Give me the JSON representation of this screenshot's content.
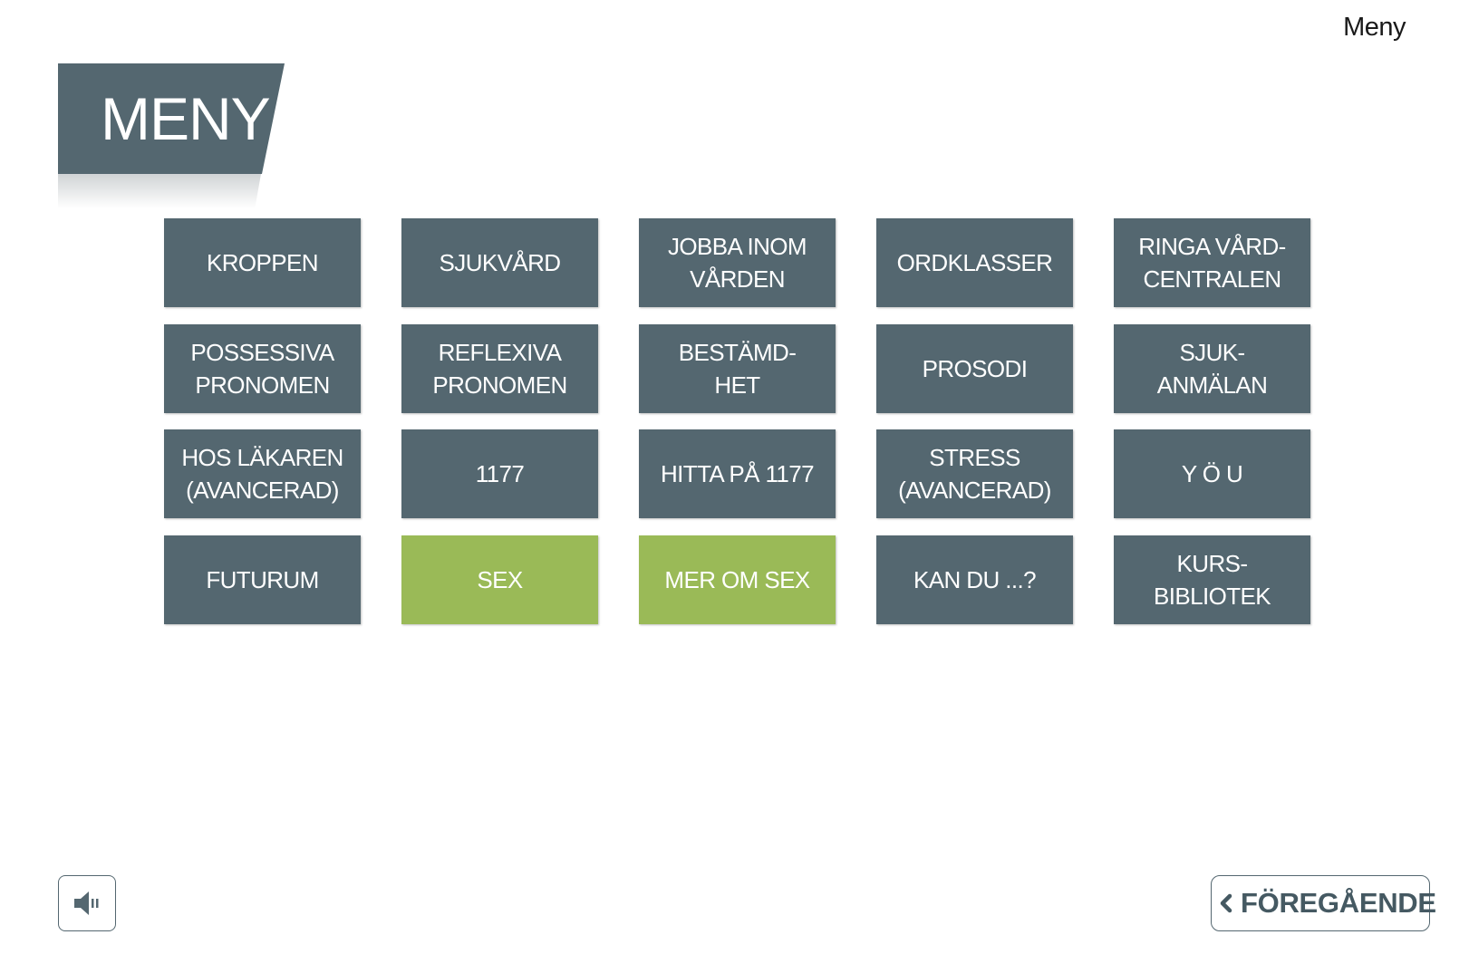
{
  "header": {
    "menu_link": "Meny",
    "title": "MENY"
  },
  "tiles": [
    {
      "label": "KROPPEN",
      "active": false
    },
    {
      "label": "SJUKVÅRD",
      "active": false
    },
    {
      "label": "JOBBA INOM\nVÅRDEN",
      "active": false
    },
    {
      "label": "ORDKLASSER",
      "active": false
    },
    {
      "label": "RINGA VÅRD-\nCENTRALEN",
      "active": false
    },
    {
      "label": "POSSESSIVA\nPRONOMEN",
      "active": false
    },
    {
      "label": "REFLEXIVA\nPRONOMEN",
      "active": false
    },
    {
      "label": "BESTÄMD-\nHET",
      "active": false
    },
    {
      "label": "PROSODI",
      "active": false
    },
    {
      "label": "SJUK-\nANMÄLAN",
      "active": false
    },
    {
      "label": "HOS LÄKAREN\n(AVANCERAD)",
      "active": false
    },
    {
      "label": "1177",
      "active": false
    },
    {
      "label": "HITTA PÅ 1177",
      "active": false
    },
    {
      "label": "STRESS\n(AVANCERAD)",
      "active": false
    },
    {
      "label": "Y Ö U",
      "active": false
    },
    {
      "label": "FUTURUM",
      "active": false
    },
    {
      "label": "SEX",
      "active": true
    },
    {
      "label": "MER OM SEX",
      "active": true
    },
    {
      "label": "KAN DU ...?",
      "active": false
    },
    {
      "label": "KURS-\nBIBLIOTEK",
      "active": false
    }
  ],
  "footer": {
    "audio_icon": "speaker-icon",
    "previous_label": "FÖREGÅENDE",
    "previous_icon": "chevron-left-icon"
  },
  "colors": {
    "tile": "#546770",
    "tile_active": "#9aba57",
    "text_on_tile": "#ffffff"
  }
}
